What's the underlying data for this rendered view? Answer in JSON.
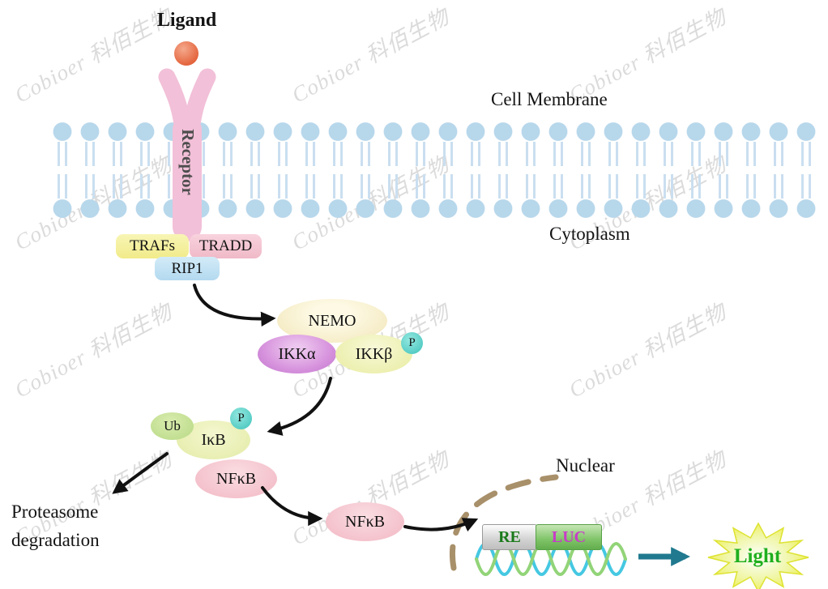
{
  "watermark": {
    "text": "Cobioer 科佰生物"
  },
  "diagram": {
    "ligand": "Ligand",
    "receptor": "Receptor",
    "cell_membrane": "Cell Membrane",
    "cytoplasm": "Cytoplasm",
    "trafs": "TRAFs",
    "tradd": "TRADD",
    "rip1": "RIP1",
    "nemo": "NEMO",
    "ikk_alpha": "IKKα",
    "ikk_beta": "IKKβ",
    "phospho_ikk": "P",
    "ub": "Ub",
    "ikb": "IκB",
    "phospho_ikb": "P",
    "nfkb_cytoplasm": "NFκB",
    "nfkb_translocated": "NFκB",
    "proteasome_line1": "Proteasome",
    "proteasome_line2": "degradation",
    "nuclear": "Nuclear",
    "re": "RE",
    "luc": "LUC",
    "light": "Light"
  },
  "colors": {
    "ligand": "#e4663f",
    "receptor": "#f2c0d8",
    "membrane_head": "#b7d7eb",
    "trafs_bg": "#f1eb8a",
    "tradd_bg": "#f0b9c8",
    "rip1_bg": "#b3d9ef",
    "nemo_bg": "#f5ecc6",
    "ikk_alpha_bg": "#d793dd",
    "ikk_beta_bg": "#e8eca0",
    "phospho_bg": "#3fc2ba",
    "ub_bg": "#b7d985",
    "ikb_bg": "#e3eba6",
    "nfkb_bg": "#f2b7c3",
    "re_text": "#1b7a1b",
    "luc_text": "#c83cc8",
    "luc_bg": "#7fc468",
    "nucleus_envelope": "#a8906a",
    "dna_strand1": "#45c8e2",
    "dna_strand2": "#92d478",
    "light_text": "#1faf1f",
    "star_bg": "#f0ee3a",
    "arrow": "#111111",
    "light_arrow": "#20798f"
  }
}
